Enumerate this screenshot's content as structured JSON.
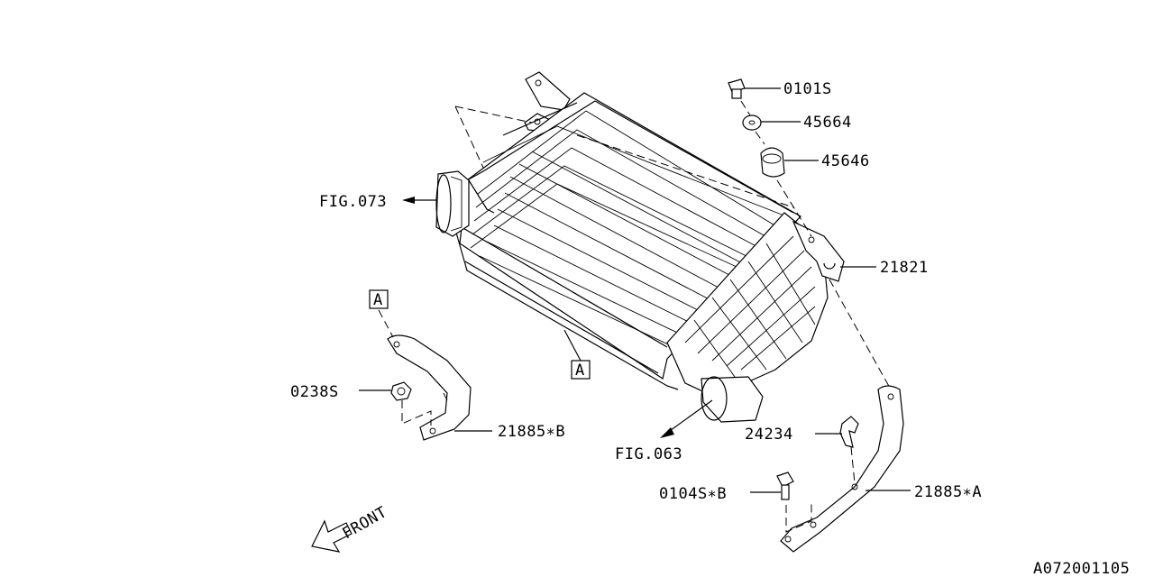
{
  "diagram_id": "A072001105",
  "callouts": {
    "bolt_top": "0101S",
    "washer": "45664",
    "grommet": "45646",
    "intercooler_bracket": "21821",
    "fig_left": "FIG.073",
    "fig_bottom": "FIG.063",
    "nut": "0238S",
    "bracket_b": "21885∗B",
    "clip": "24234",
    "bolt_bottom": "0104S∗B",
    "bracket_a": "21885∗A"
  },
  "ref_marks": {
    "a_left": "A",
    "a_center": "A"
  },
  "front_label": "FRONT"
}
